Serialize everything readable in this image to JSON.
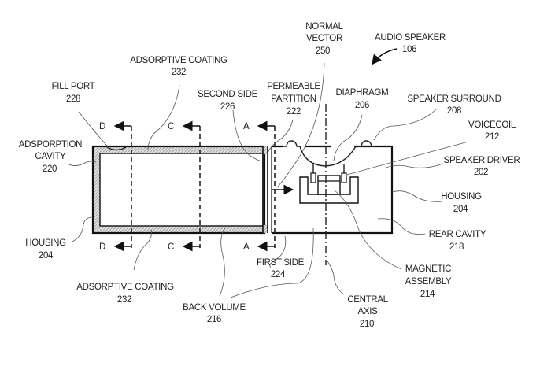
{
  "figure": {
    "type": "patent cross-section diagram",
    "subject": "Audio speaker with adsorption cavity",
    "colors": {
      "line": "#111111",
      "coating_fill": "#d8d8d8",
      "background": "#ffffff"
    }
  },
  "labels": {
    "audio_speaker": {
      "name": "AUDIO SPEAKER",
      "ref": "106"
    },
    "normal_vector": {
      "name1": "NORMAL",
      "name2": "VECTOR",
      "ref": "250"
    },
    "adsorptive_coating_top": {
      "name": "ADSORPTIVE COATING",
      "ref": "232"
    },
    "fill_port": {
      "name": "FILL PORT",
      "ref": "228"
    },
    "second_side": {
      "name": "SECOND SIDE",
      "ref": "226"
    },
    "permeable_partition": {
      "name1": "PERMEABLE",
      "name2": "PARTITION",
      "ref": "222"
    },
    "diaphragm": {
      "name": "DIAPHRAGM",
      "ref": "206"
    },
    "speaker_surround": {
      "name": "SPEAKER SURROUND",
      "ref": "208"
    },
    "voicecoil": {
      "name": "VOICECOIL",
      "ref": "212"
    },
    "speaker_driver": {
      "name": "SPEAKER DRIVER",
      "ref": "202"
    },
    "adsorption_cavity": {
      "name1": "ADSPORPTION",
      "name2": "CAVITY",
      "ref": "220"
    },
    "housing_left": {
      "name": "HOUSING",
      "ref": "204"
    },
    "housing_right": {
      "name": "HOUSING",
      "ref": "204"
    },
    "rear_cavity": {
      "name": "REAR CAVITY",
      "ref": "218"
    },
    "magnetic_assembly": {
      "name1": "MAGNETIC",
      "name2": "ASSEMBLY",
      "ref": "214"
    },
    "central_axis": {
      "name1": "CENTRAL",
      "name2": "AXIS",
      "ref": "210"
    },
    "first_side": {
      "name": "FIRST SIDE",
      "ref": "224"
    },
    "back_volume": {
      "name": "BACK VOLUME",
      "ref": "216"
    },
    "adsorptive_coating_bottom": {
      "name": "ADSORPTIVE COATING",
      "ref": "232"
    }
  },
  "section_markers": {
    "top": [
      "D",
      "C",
      "A"
    ],
    "bottom": [
      "D",
      "C",
      "A"
    ]
  }
}
